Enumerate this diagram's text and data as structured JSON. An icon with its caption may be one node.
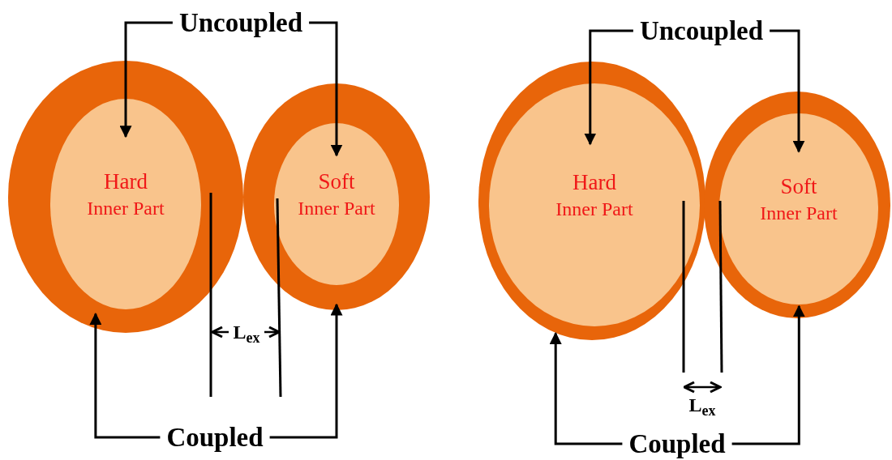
{
  "diagram": {
    "nodes": [
      {
        "text": [],
        "shape": "ellipse"
      },
      {
        "text": [
          "Hard",
          "Inner Part"
        ],
        "in": 0
      },
      {
        "text": [],
        "shape": "ellipse"
      },
      {
        "text": [
          "Soft",
          "Inner Part"
        ],
        "in": 2
      },
      {
        "text": [
          "Uncoupled"
        ]
      },
      {
        "text": [
          "Coupled"
        ]
      },
      {
        "text": [],
        "shape": "ellipse"
      },
      {
        "text": [
          "Hard",
          "Inner Part"
        ],
        "in": 6
      },
      {
        "text": [],
        "shape": "ellipse"
      },
      {
        "text": [
          "Soft",
          "Inner Part"
        ],
        "in": 8
      },
      {
        "text": [
          "Uncoupled"
        ]
      },
      {
        "text": [
          "Coupled"
        ]
      }
    ],
    "edges": [
      {
        "from": 4,
        "to": 1,
        "arrow": "to"
      },
      {
        "from": 4,
        "to": 3,
        "arrow": "to"
      },
      {
        "from": 5,
        "to": 0,
        "arrow": "to"
      },
      {
        "from": 5,
        "to": 2,
        "arrow": "to"
      },
      {
        "from": 10,
        "to": 7,
        "arrow": "to"
      },
      {
        "from": 10,
        "to": 9,
        "arrow": "to"
      },
      {
        "from": 11,
        "to": 6,
        "arrow": "to"
      },
      {
        "from": 11,
        "to": 8,
        "arrow": "to"
      }
    ],
    "labels": [
      "L$_{ex}$",
      "L$_{ex}$"
    ]
  }
}
